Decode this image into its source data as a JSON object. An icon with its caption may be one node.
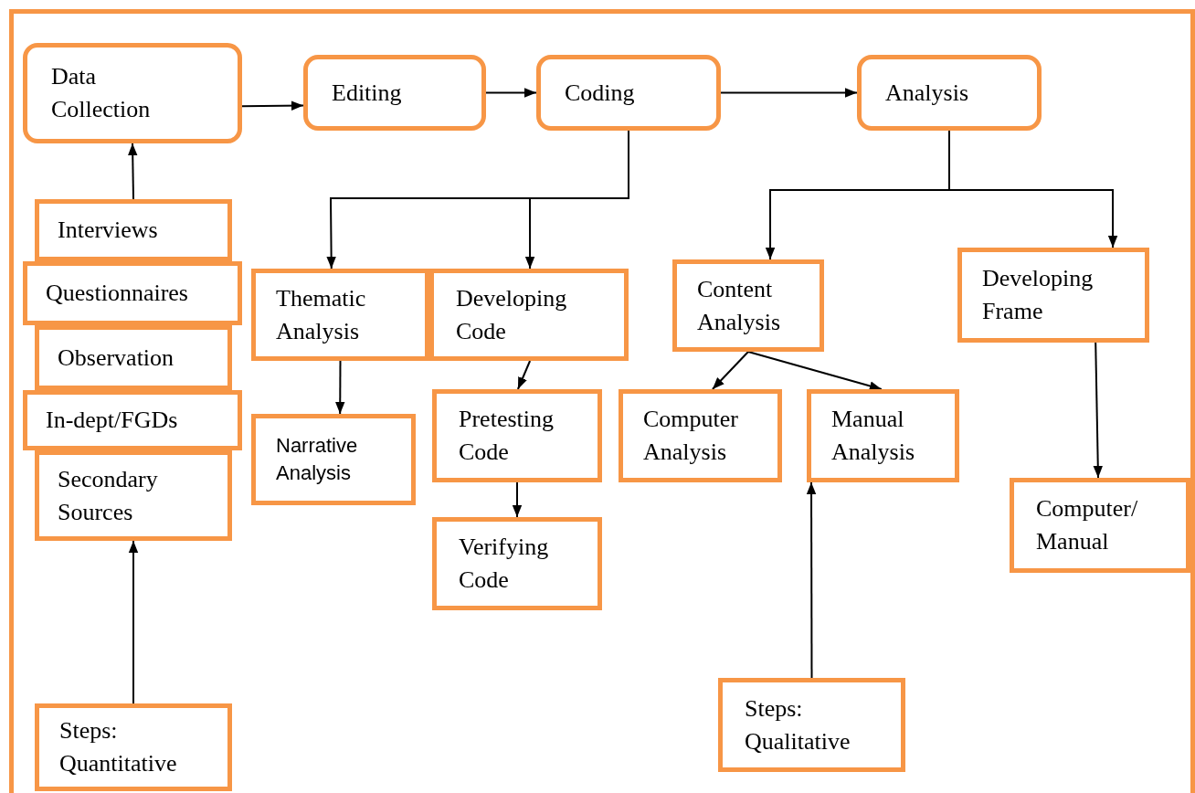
{
  "diagram": {
    "nodes": [
      {
        "text": [
          "Data Collection"
        ]
      },
      {
        "text": [
          "Editing"
        ]
      },
      {
        "text": [
          "Coding"
        ]
      },
      {
        "text": [
          "Analysis"
        ]
      },
      {
        "text": [
          "Interviews"
        ]
      },
      {
        "text": [
          "Questionnaires"
        ]
      },
      {
        "text": [
          "Observation"
        ]
      },
      {
        "text": [
          "In-dept/FGDs"
        ]
      },
      {
        "text": [
          "Secondary Sources"
        ]
      },
      {
        "text": [
          "Thematic Analysis"
        ]
      },
      {
        "text": [
          "Developing Code"
        ]
      },
      {
        "text": [
          "Content Analysis"
        ]
      },
      {
        "text": [
          "Developing Frame"
        ]
      },
      {
        "text": [
          "Narrative Analysis"
        ]
      },
      {
        "text": [
          "Pretesting Code"
        ]
      },
      {
        "text": [
          "Computer Analysis"
        ]
      },
      {
        "text": [
          "Manual Analysis"
        ]
      },
      {
        "text": [
          "Verifying Code"
        ]
      },
      {
        "text": [
          "Computer/ Manual"
        ]
      },
      {
        "text": [
          "Steps: Quantitative"
        ]
      },
      {
        "text": [
          "Steps: Qualitative"
        ]
      }
    ],
    "edges": [
      {
        "from": 0,
        "to": 1,
        "arrow": "to"
      },
      {
        "from": 1,
        "to": 2,
        "arrow": "to"
      },
      {
        "from": 2,
        "to": 3,
        "arrow": "to"
      },
      {
        "from": 4,
        "to": 0,
        "arrow": "to"
      },
      {
        "from": 2,
        "to": 9,
        "arrow": "to"
      },
      {
        "from": 2,
        "to": 10,
        "arrow": "to"
      },
      {
        "from": 3,
        "to": 11,
        "arrow": "to"
      },
      {
        "from": 3,
        "to": 12,
        "arrow": "to"
      },
      {
        "from": 9,
        "to": 13,
        "arrow": "to"
      },
      {
        "from": 10,
        "to": 14,
        "arrow": "to"
      },
      {
        "from": 14,
        "to": 17,
        "arrow": "to"
      },
      {
        "from": 11,
        "to": 15,
        "arrow": "to"
      },
      {
        "from": 11,
        "to": 16,
        "arrow": "to"
      },
      {
        "from": 12,
        "to": 18,
        "arrow": "to"
      },
      {
        "from": 19,
        "to": 8,
        "arrow": "to"
      },
      {
        "from": 20,
        "to": 16,
        "arrow": "to"
      }
    ]
  }
}
